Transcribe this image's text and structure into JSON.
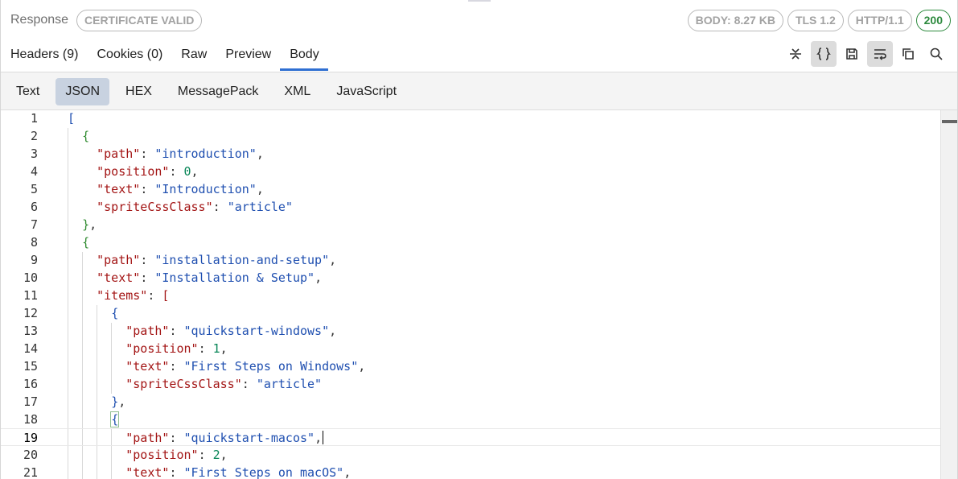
{
  "header": {
    "title": "Response",
    "certificate": "CERTIFICATE VALID",
    "body_size": "BODY: 8.27 KB",
    "tls": "TLS 1.2",
    "http": "HTTP/1.1",
    "status": "200"
  },
  "tabs": [
    {
      "label": "Headers (9)"
    },
    {
      "label": "Cookies (0)"
    },
    {
      "label": "Raw"
    },
    {
      "label": "Preview"
    },
    {
      "label": "Body",
      "active": true
    }
  ],
  "toolbar": [
    {
      "icon": "collapse-icon"
    },
    {
      "icon": "braces-icon",
      "active": true
    },
    {
      "icon": "save-icon"
    },
    {
      "icon": "word-wrap-icon",
      "active": true
    },
    {
      "icon": "copy-icon"
    },
    {
      "icon": "search-icon"
    }
  ],
  "formats": [
    {
      "label": "Text"
    },
    {
      "label": "JSON",
      "active": true
    },
    {
      "label": "HEX"
    },
    {
      "label": "MessagePack"
    },
    {
      "label": "XML"
    },
    {
      "label": "JavaScript"
    }
  ],
  "editor": {
    "current_line": 19,
    "lines": [
      {
        "n": "1",
        "tokens": [
          [
            "ob",
            "["
          ]
        ]
      },
      {
        "n": "2",
        "tokens": [
          [
            "p",
            "  "
          ],
          [
            "b",
            "{"
          ]
        ]
      },
      {
        "n": "3",
        "tokens": [
          [
            "p",
            "    "
          ],
          [
            "k",
            "\"path\""
          ],
          [
            "p",
            ": "
          ],
          [
            "s",
            "\"introduction\""
          ],
          [
            "p",
            ","
          ]
        ]
      },
      {
        "n": "4",
        "tokens": [
          [
            "p",
            "    "
          ],
          [
            "k",
            "\"position\""
          ],
          [
            "p",
            ": "
          ],
          [
            "n",
            "0"
          ],
          [
            "p",
            ","
          ]
        ]
      },
      {
        "n": "5",
        "tokens": [
          [
            "p",
            "    "
          ],
          [
            "k",
            "\"text\""
          ],
          [
            "p",
            ": "
          ],
          [
            "s",
            "\"Introduction\""
          ],
          [
            "p",
            ","
          ]
        ]
      },
      {
        "n": "6",
        "tokens": [
          [
            "p",
            "    "
          ],
          [
            "k",
            "\"spriteCssClass\""
          ],
          [
            "p",
            ": "
          ],
          [
            "s",
            "\"article\""
          ]
        ]
      },
      {
        "n": "7",
        "tokens": [
          [
            "p",
            "  "
          ],
          [
            "b",
            "}"
          ],
          [
            "p",
            ","
          ]
        ]
      },
      {
        "n": "8",
        "tokens": [
          [
            "p",
            "  "
          ],
          [
            "b",
            "{"
          ]
        ]
      },
      {
        "n": "9",
        "tokens": [
          [
            "p",
            "    "
          ],
          [
            "k",
            "\"path\""
          ],
          [
            "p",
            ": "
          ],
          [
            "s",
            "\"installation-and-setup\""
          ],
          [
            "p",
            ","
          ]
        ]
      },
      {
        "n": "10",
        "tokens": [
          [
            "p",
            "    "
          ],
          [
            "k",
            "\"text\""
          ],
          [
            "p",
            ": "
          ],
          [
            "s",
            "\"Installation & Setup\""
          ],
          [
            "p",
            ","
          ]
        ]
      },
      {
        "n": "11",
        "tokens": [
          [
            "p",
            "    "
          ],
          [
            "k",
            "\"items\""
          ],
          [
            "p",
            ": "
          ],
          [
            "k",
            "["
          ]
        ]
      },
      {
        "n": "12",
        "tokens": [
          [
            "p",
            "      "
          ],
          [
            "ob",
            "{"
          ]
        ]
      },
      {
        "n": "13",
        "tokens": [
          [
            "p",
            "        "
          ],
          [
            "k",
            "\"path\""
          ],
          [
            "p",
            ": "
          ],
          [
            "s",
            "\"quickstart-windows\""
          ],
          [
            "p",
            ","
          ]
        ]
      },
      {
        "n": "14",
        "tokens": [
          [
            "p",
            "        "
          ],
          [
            "k",
            "\"position\""
          ],
          [
            "p",
            ": "
          ],
          [
            "n",
            "1"
          ],
          [
            "p",
            ","
          ]
        ]
      },
      {
        "n": "15",
        "tokens": [
          [
            "p",
            "        "
          ],
          [
            "k",
            "\"text\""
          ],
          [
            "p",
            ": "
          ],
          [
            "s",
            "\"First Steps on Windows\""
          ],
          [
            "p",
            ","
          ]
        ]
      },
      {
        "n": "16",
        "tokens": [
          [
            "p",
            "        "
          ],
          [
            "k",
            "\"spriteCssClass\""
          ],
          [
            "p",
            ": "
          ],
          [
            "s",
            "\"article\""
          ]
        ]
      },
      {
        "n": "17",
        "tokens": [
          [
            "p",
            "      "
          ],
          [
            "ob",
            "}"
          ],
          [
            "p",
            ","
          ]
        ]
      },
      {
        "n": "18",
        "tokens": [
          [
            "p",
            "      "
          ],
          [
            "ob",
            "{"
          ]
        ]
      },
      {
        "n": "19",
        "tokens": [
          [
            "p",
            "        "
          ],
          [
            "k",
            "\"path\""
          ],
          [
            "p",
            ": "
          ],
          [
            "s",
            "\"quickstart-macos\""
          ],
          [
            "p",
            ","
          ]
        ]
      },
      {
        "n": "20",
        "tokens": [
          [
            "p",
            "        "
          ],
          [
            "k",
            "\"position\""
          ],
          [
            "p",
            ": "
          ],
          [
            "n",
            "2"
          ],
          [
            "p",
            ","
          ]
        ]
      },
      {
        "n": "21",
        "tokens": [
          [
            "p",
            "        "
          ],
          [
            "k",
            "\"text\""
          ],
          [
            "p",
            ": "
          ],
          [
            "s",
            "\"First Steps on macOS\""
          ],
          [
            "p",
            ","
          ]
        ]
      }
    ]
  }
}
